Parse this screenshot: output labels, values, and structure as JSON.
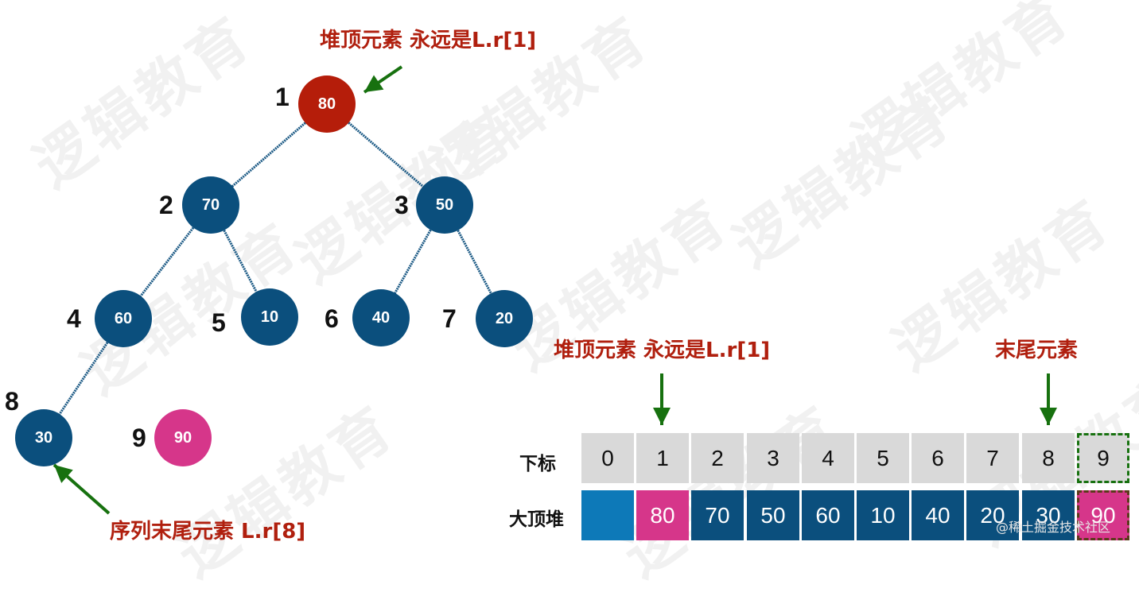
{
  "watermark_text": "逻辑教育",
  "colors": {
    "node_default": "#0b4f7d",
    "node_root": "#b51d0a",
    "node_new": "#d6368a",
    "edge": "#1c5a85",
    "arrow": "#17710f",
    "annotation": "#b01f0e",
    "cell_index_bg": "#d9d9d9",
    "cell_empty": "#0d79b8",
    "cell_highlight": "#d6368a",
    "cell_default": "#0b4f7d"
  },
  "tree": {
    "nodes": [
      {
        "index": "1",
        "value": "80",
        "role": "root"
      },
      {
        "index": "2",
        "value": "70",
        "role": "default"
      },
      {
        "index": "3",
        "value": "50",
        "role": "default"
      },
      {
        "index": "4",
        "value": "60",
        "role": "default"
      },
      {
        "index": "5",
        "value": "10",
        "role": "default"
      },
      {
        "index": "6",
        "value": "40",
        "role": "default"
      },
      {
        "index": "7",
        "value": "20",
        "role": "default"
      },
      {
        "index": "8",
        "value": "30",
        "role": "default"
      },
      {
        "index": "9",
        "value": "90",
        "role": "new"
      }
    ],
    "edges": [
      [
        "1",
        "2"
      ],
      [
        "1",
        "3"
      ],
      [
        "2",
        "4"
      ],
      [
        "2",
        "5"
      ],
      [
        "3",
        "6"
      ],
      [
        "3",
        "7"
      ],
      [
        "4",
        "8"
      ]
    ]
  },
  "annotations": {
    "root_top": "堆顶元素 永远是L.r[1]",
    "tail_seq": "序列末尾元素 L.r[8]",
    "array_root": "堆顶元素 永远是L.r[1]",
    "array_tail": "末尾元素"
  },
  "array": {
    "index_label": "下标",
    "heap_label": "大顶堆",
    "indices": [
      "0",
      "1",
      "2",
      "3",
      "4",
      "5",
      "6",
      "7",
      "8",
      "9"
    ],
    "values": [
      "",
      "80",
      "70",
      "50",
      "60",
      "10",
      "40",
      "20",
      "30",
      "90"
    ],
    "value_roles": [
      "empty",
      "highlight",
      "default",
      "default",
      "default",
      "default",
      "default",
      "default",
      "default",
      "highlight"
    ]
  },
  "credit": "@稀土掘金技术社区"
}
